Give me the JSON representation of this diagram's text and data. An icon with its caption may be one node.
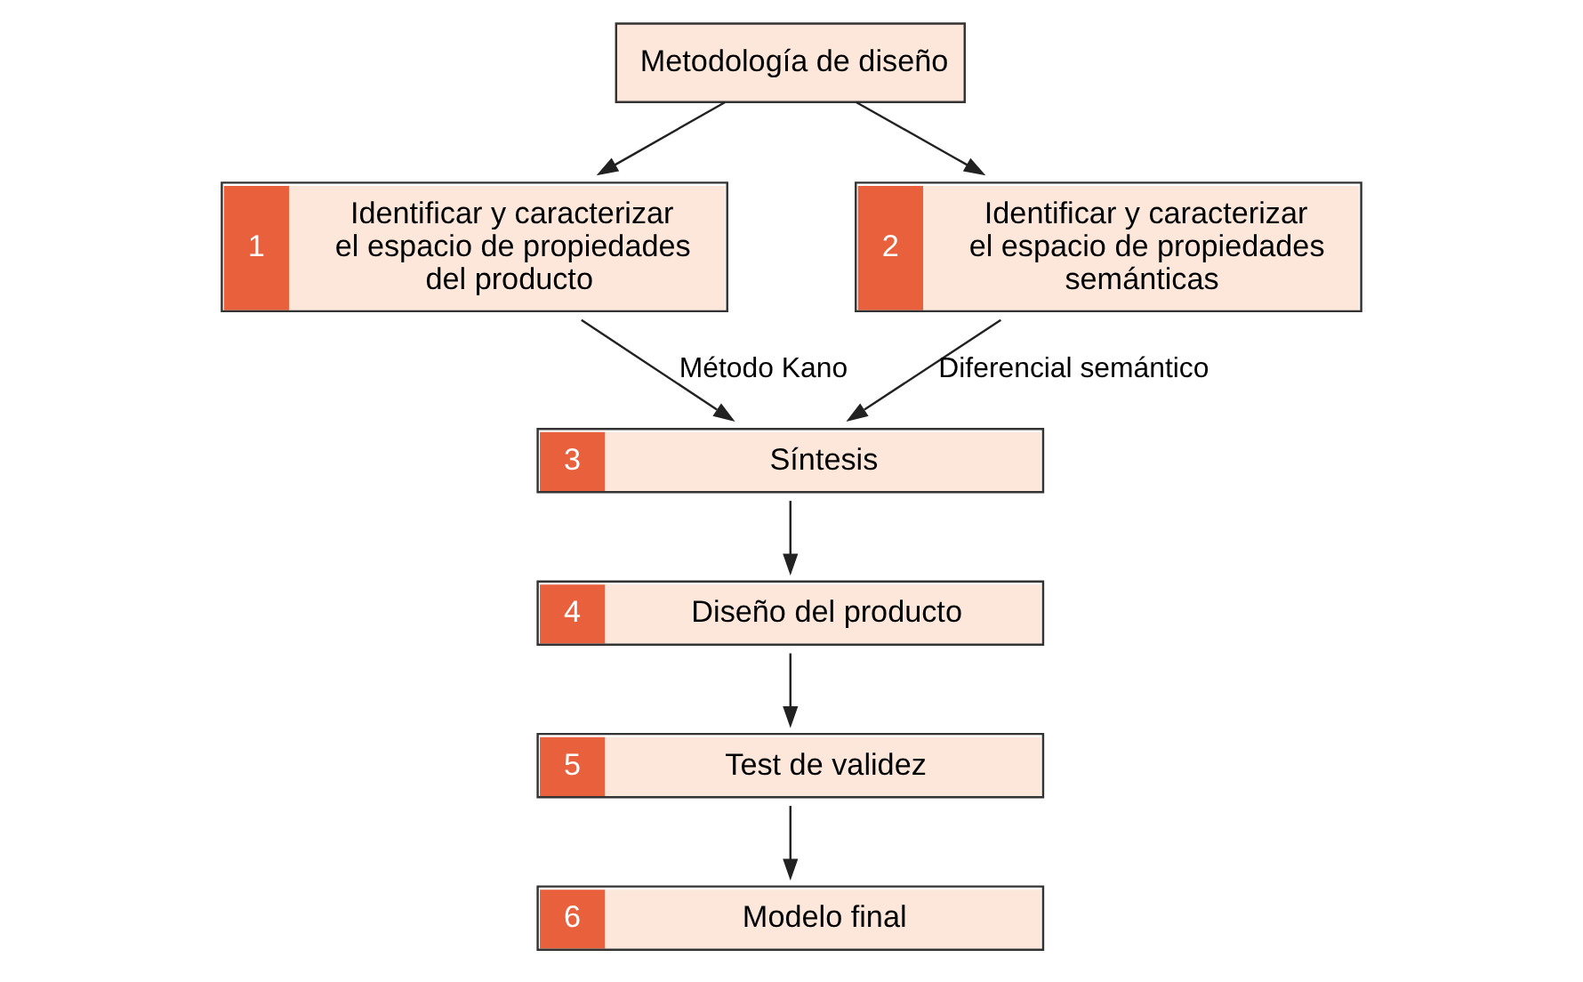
{
  "diagram": {
    "nodes": [
      {
        "text": [
          "Metodología de diseño"
        ]
      },
      {
        "text": [
          "1",
          "Identificar y caracterizar el espacio de propiedades del producto"
        ]
      },
      {
        "text": [
          "2",
          "Identificar y caracterizar el espacio de propiedades semánticas"
        ]
      },
      {
        "text": [
          "3",
          "Síntesis"
        ]
      },
      {
        "text": [
          "4",
          "Diseño del producto"
        ]
      },
      {
        "text": [
          "5",
          "Test de validez"
        ]
      },
      {
        "text": [
          "6",
          "Modelo final"
        ]
      }
    ],
    "edges": [
      {
        "from": 0,
        "to": 1,
        "arrow": "to"
      },
      {
        "from": 0,
        "to": 2,
        "arrow": "to"
      },
      {
        "from": 1,
        "to": 3,
        "arrow": "to",
        "label": "Método Kano"
      },
      {
        "from": 2,
        "to": 3,
        "arrow": "to",
        "label": "Diferencial semántico"
      },
      {
        "from": 3,
        "to": 4,
        "arrow": "to"
      },
      {
        "from": 4,
        "to": 5,
        "arrow": "to"
      },
      {
        "from": 5,
        "to": 6,
        "arrow": "to"
      }
    ]
  }
}
